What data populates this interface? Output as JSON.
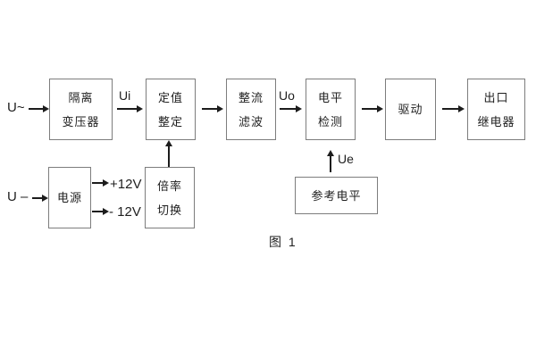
{
  "diagram": {
    "caption": "图 1",
    "inputs": {
      "ac": "U~",
      "dc": "U –"
    },
    "signals": {
      "ui": "Ui",
      "uo": "Uo",
      "ue": "Ue",
      "plus12v": "+12V",
      "minus12v": "- 12V"
    },
    "blocks": {
      "isolation": {
        "line1": "隔离",
        "line2": "变压器"
      },
      "setting": {
        "line1": "定值",
        "line2": "整定"
      },
      "rectifier": {
        "line1": "整流",
        "line2": "滤波"
      },
      "level": {
        "line1": "电平",
        "line2": "检测"
      },
      "drive": {
        "line1": "驱动"
      },
      "relay": {
        "line1": "出口",
        "line2": "继电器"
      },
      "power": {
        "line1": "电源"
      },
      "multiplier": {
        "line1": "倍率",
        "line2": "切换"
      },
      "reference": {
        "line1": "参考电平"
      }
    },
    "colors": {
      "bg": "#ffffff",
      "border": "#7d7d7d",
      "text": "#1f1f1f",
      "arrow": "#1c1c1c"
    }
  }
}
